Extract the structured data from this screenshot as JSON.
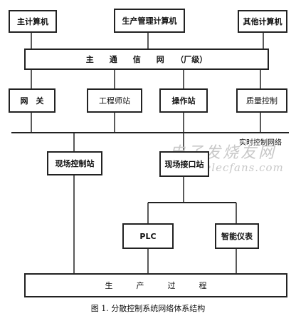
{
  "nodes": {
    "main_computer": "主计算机",
    "production_mgmt_computer": "生产管理计算机",
    "other_computer": "其他计算机",
    "main_network": "主　　通　　信　　网　　（厂级）",
    "gateway": "网　关",
    "engineer_station": "工程师站",
    "operator_station": "操作站",
    "quality_control": "质量控制",
    "realtime_network": "实时控制网络",
    "field_control_station": "现场控制站",
    "field_interface_station": "现场接口站",
    "plc": "PLC",
    "smart_instrument": "智能仪表",
    "production_process": "生　　　产　　　过　　　程"
  },
  "watermark": {
    "text": "电子发烧友网",
    "url": "www.elecfans.com"
  },
  "caption": "图 1. 分散控制系统网络体系结构"
}
